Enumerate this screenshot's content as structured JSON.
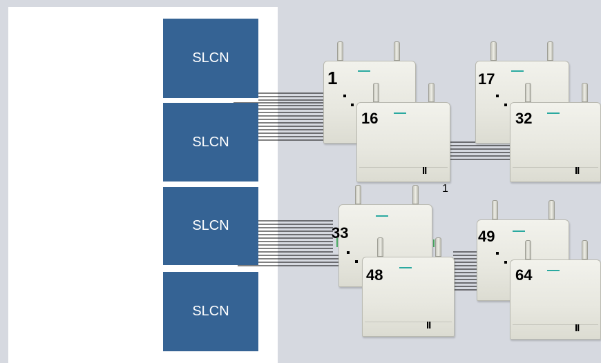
{
  "controllers": [
    {
      "label": "SLCN"
    },
    {
      "label": "SLCN"
    },
    {
      "label": "SLCN"
    },
    {
      "label": "SLCN"
    }
  ],
  "stations": [
    {
      "back": "1",
      "front": "16",
      "mark": "II"
    },
    {
      "back": "17",
      "front": "32",
      "mark": "II"
    },
    {
      "back": "33",
      "front": "48",
      "mark": "II"
    },
    {
      "back": "49",
      "front": "64",
      "mark": "II"
    }
  ],
  "stray_label": "1"
}
